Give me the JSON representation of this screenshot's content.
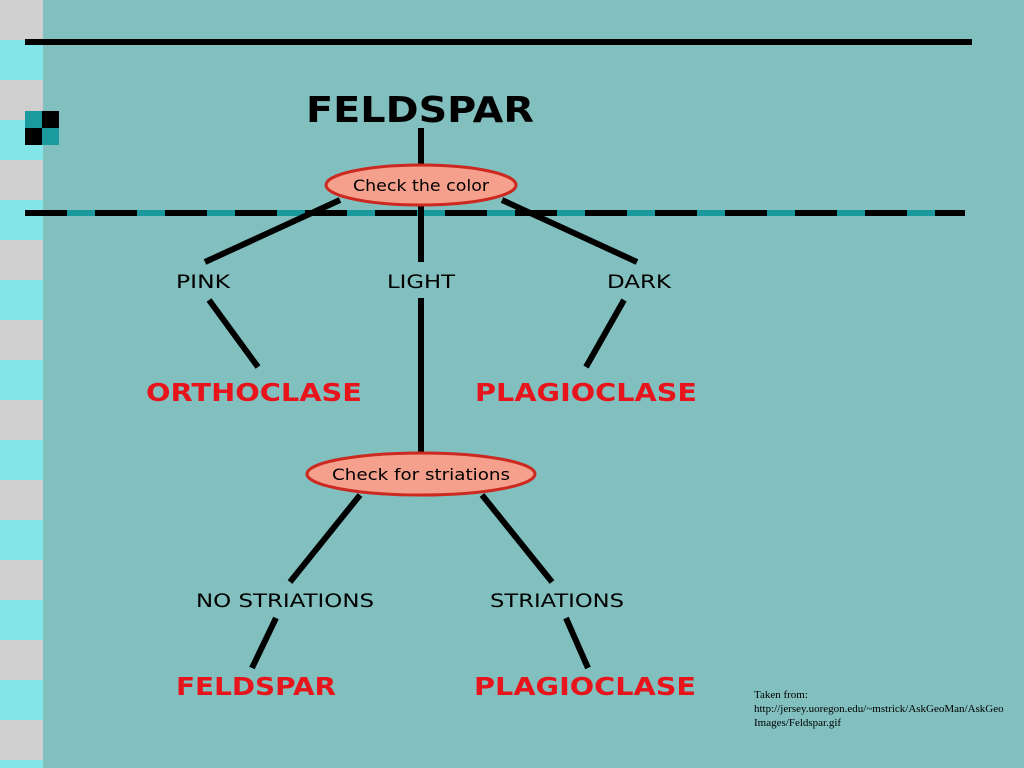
{
  "colors": {
    "background": "#82bfbf",
    "result_red": "#e8141c",
    "node_fill": "#f4a08c",
    "node_stroke": "#cc2a20"
  },
  "diagram": {
    "title": "FELDSPAR",
    "nodes": {
      "check_color": "Check the color",
      "check_striations": "Check for striations"
    },
    "labels": {
      "pink": "PINK",
      "light": "LIGHT",
      "dark": "DARK",
      "no_striations": "NO STRIATIONS",
      "striations": "STRIATIONS"
    },
    "results": {
      "orthoclase": "ORTHOCLASE",
      "plagioclase_dark": "PLAGIOCLASE",
      "feldspar": "FELDSPAR",
      "plagioclase_striations": "PLAGIOCLASE"
    }
  },
  "credit": {
    "line1": "Taken from:",
    "line2": "http://jersey.uoregon.edu/~mstrick/AskGeoMan/AskGeo",
    "line3": "Images/Feldspar.gif"
  }
}
